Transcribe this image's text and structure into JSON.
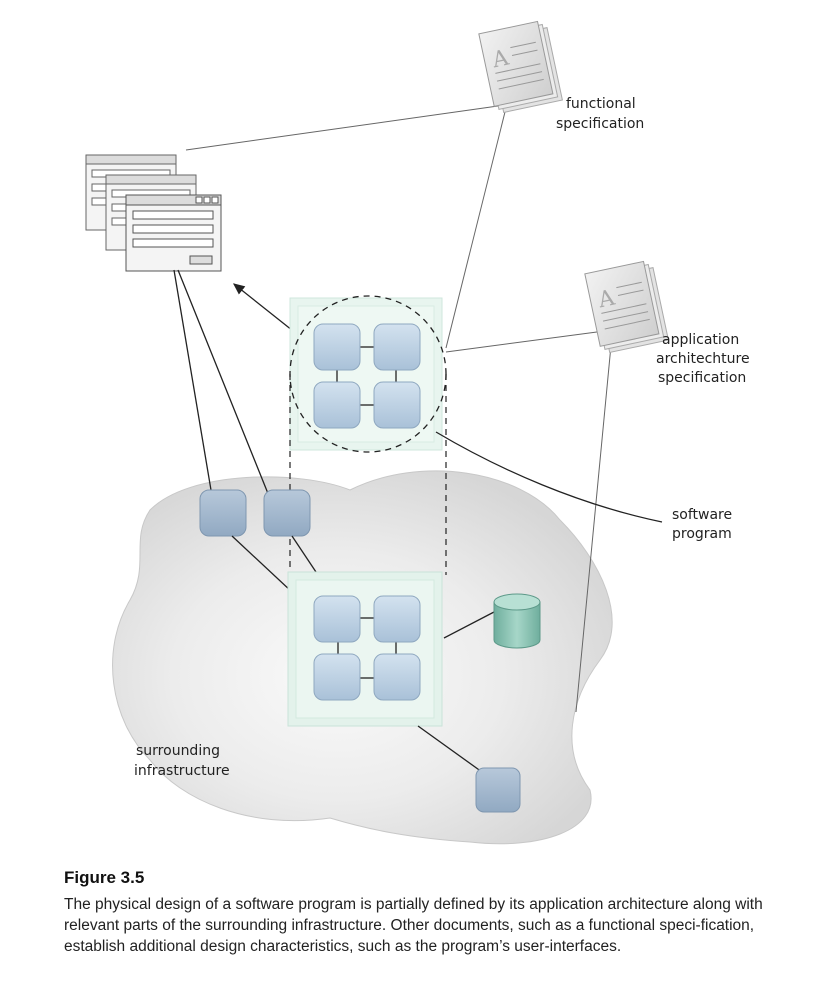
{
  "labels": {
    "functional_specification": [
      "functional",
      "specification"
    ],
    "application_architecture_specification": [
      "application",
      "architechture",
      "specification"
    ],
    "software_program": [
      "software",
      "program"
    ],
    "surrounding_infrastructure": [
      "surrounding",
      "infrastructure"
    ]
  },
  "document_icon_letter": "A",
  "caption": {
    "title": "Figure 3.5",
    "text": "The physical design of a software program is partially defined by its application architecture along with relevant parts of the surrounding infrastructure. Other documents, such as a functional speci-fication, establish additional design characteristics, such as the program’s user-interfaces."
  },
  "colors": {
    "blob": "#dedede",
    "component_fill": "#b9cde0",
    "cube_fill": "#e6f4ee",
    "database_fill": "#8cc2b3"
  },
  "icons": [
    "document-stack-icon",
    "window-stack-icon",
    "database-icon",
    "component-icon"
  ]
}
